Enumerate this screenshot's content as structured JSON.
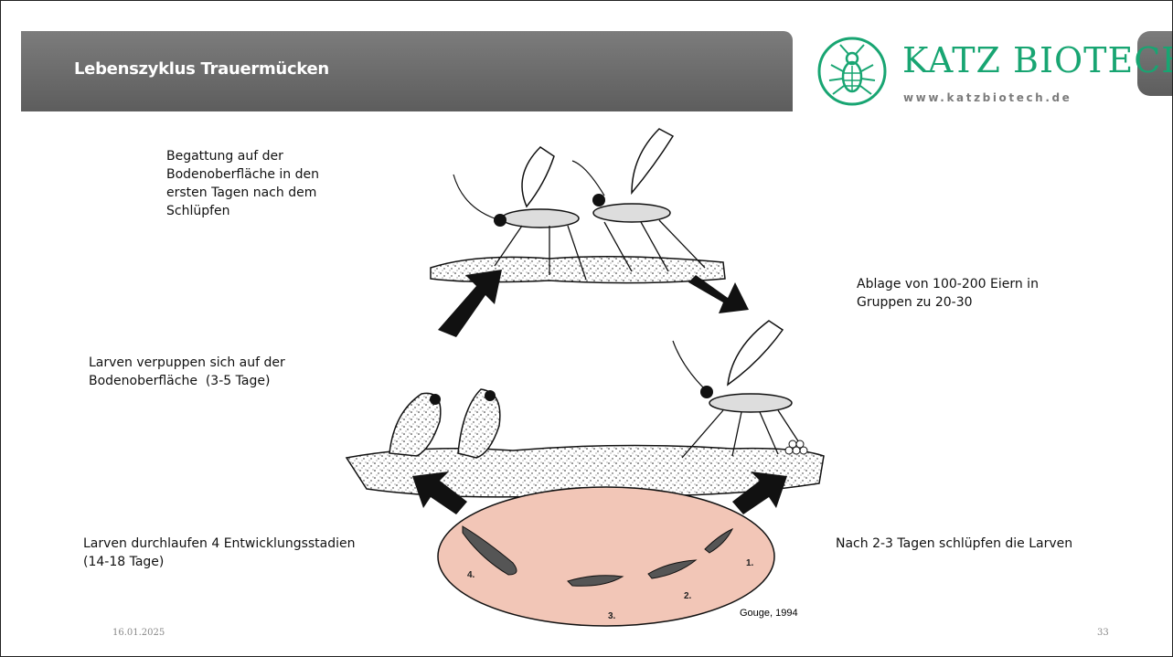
{
  "header": {
    "title": "Lebenszyklus Trauermücken"
  },
  "logo": {
    "name": "KATZ BIOTECH AG",
    "url": "www.katzbiotech.de",
    "color": "#18a572"
  },
  "annotations": {
    "mating": [
      "Begattung auf der",
      "Bodenoberfläche in den",
      "ersten Tagen nach dem",
      "Schlüpfen"
    ],
    "egg_laying": [
      "Ablage von 100-200 Eiern in",
      "Gruppen zu 20-30"
    ],
    "pupation": [
      "Larven verpuppen sich auf der",
      "Bodenoberfläche  (3-5 Tage)"
    ],
    "larval_stages": [
      "Larven durchlaufen 4 Entwicklungsstadien",
      "(14-18 Tage)"
    ],
    "hatching": "Nach 2-3 Tagen schlüpfen die Larven"
  },
  "figure": {
    "credit": "Gouge, 1994",
    "stage_labels": [
      "1.",
      "2.",
      "3.",
      "4."
    ],
    "larva_zone_color": "#f2c6b7"
  },
  "footer": {
    "date": "16.01.2025",
    "page": "33"
  }
}
